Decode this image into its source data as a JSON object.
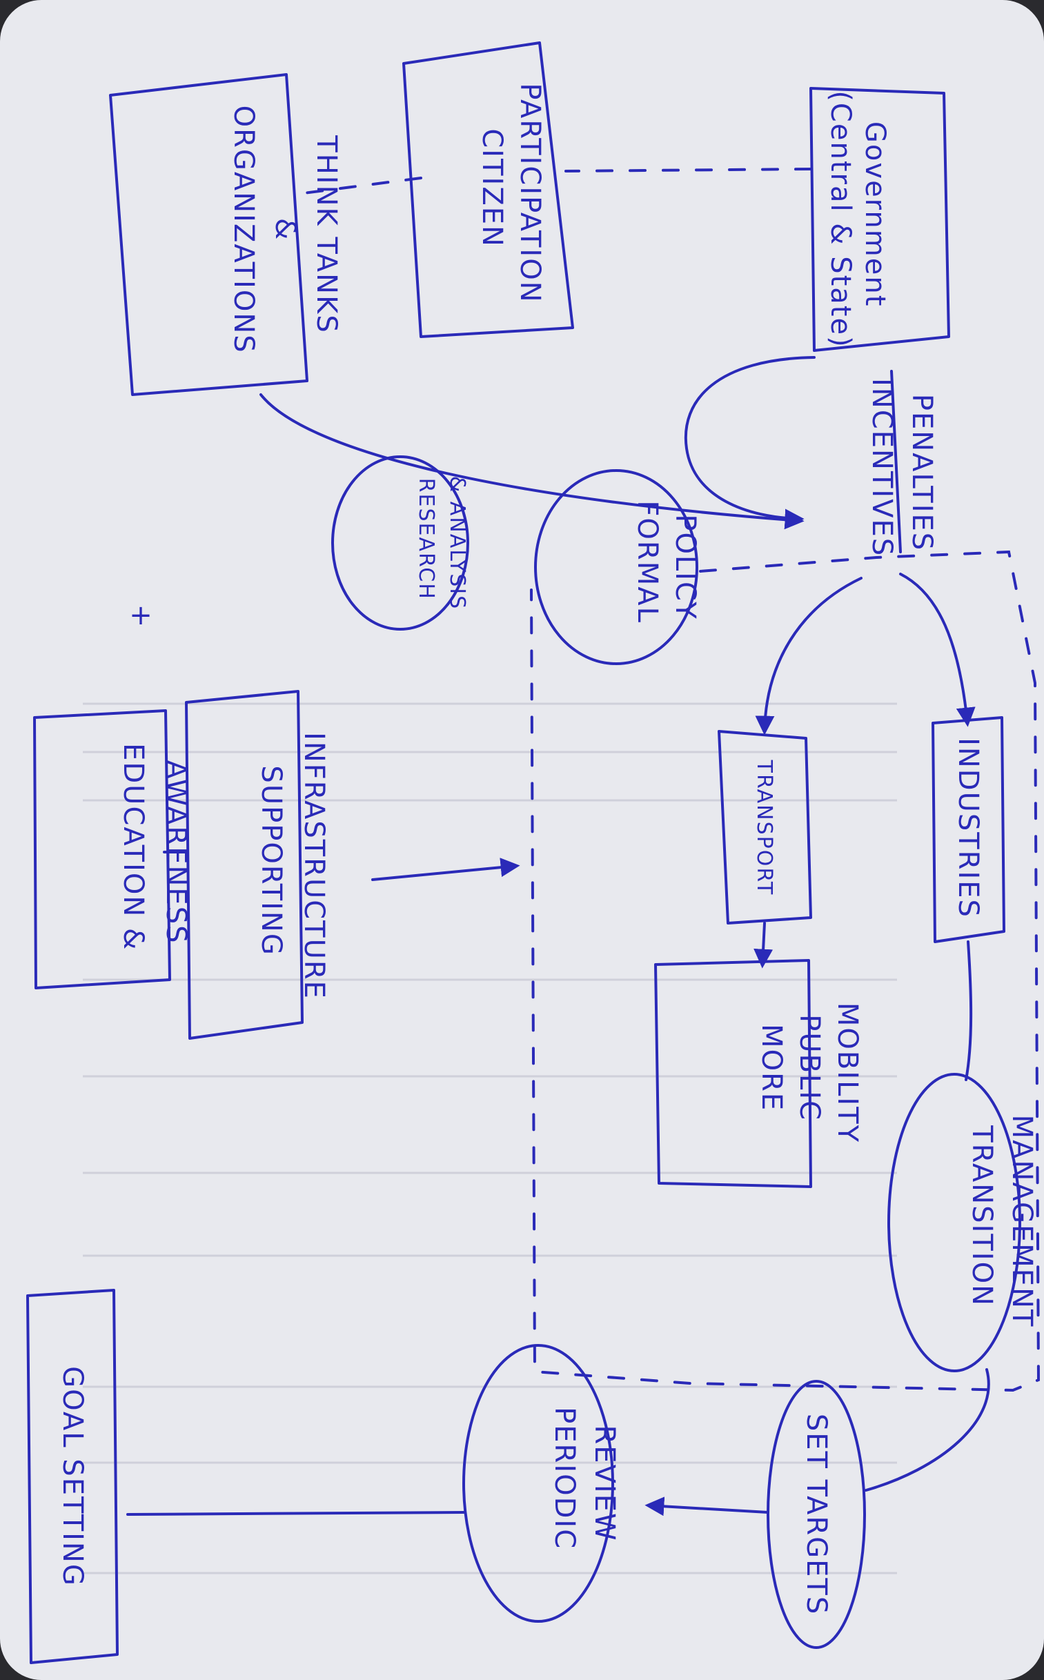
{
  "diagram": {
    "ink_color": "#2a2ab8",
    "paper_color": "#e8e9ee",
    "nodes": {
      "government": [
        "Government",
        "(Central & State)"
      ],
      "citizen": [
        "CITIZEN",
        "PARTICIPATION"
      ],
      "organizations": [
        "ORGANIZATIONS",
        "&",
        "THINK TANKS"
      ],
      "incentives": [
        "INCENTIVES",
        "PENALTIES"
      ],
      "formal_policy": [
        "FORMAL",
        "POLICY"
      ],
      "research": [
        "RESEARCH",
        "& ANALYSIS"
      ],
      "plus": "+",
      "industries": "INDUSTRIES",
      "transport": "TRANSPORT",
      "more_public_mobility": [
        "MORE",
        "PUBLIC",
        "MOBILITY"
      ],
      "supporting_infrastructure": [
        "SUPPORTING",
        "INFRASTRUCTURE"
      ],
      "education": [
        "EDUCATION &",
        "AWARENESS"
      ],
      "transition_management": [
        "TRANSITION",
        "MANAGEMENT"
      ],
      "set_targets": "SET TARGETS",
      "periodic_review": [
        "PERIODIC",
        "REVIEW"
      ],
      "goal_setting": "GOAL SETTING"
    }
  }
}
